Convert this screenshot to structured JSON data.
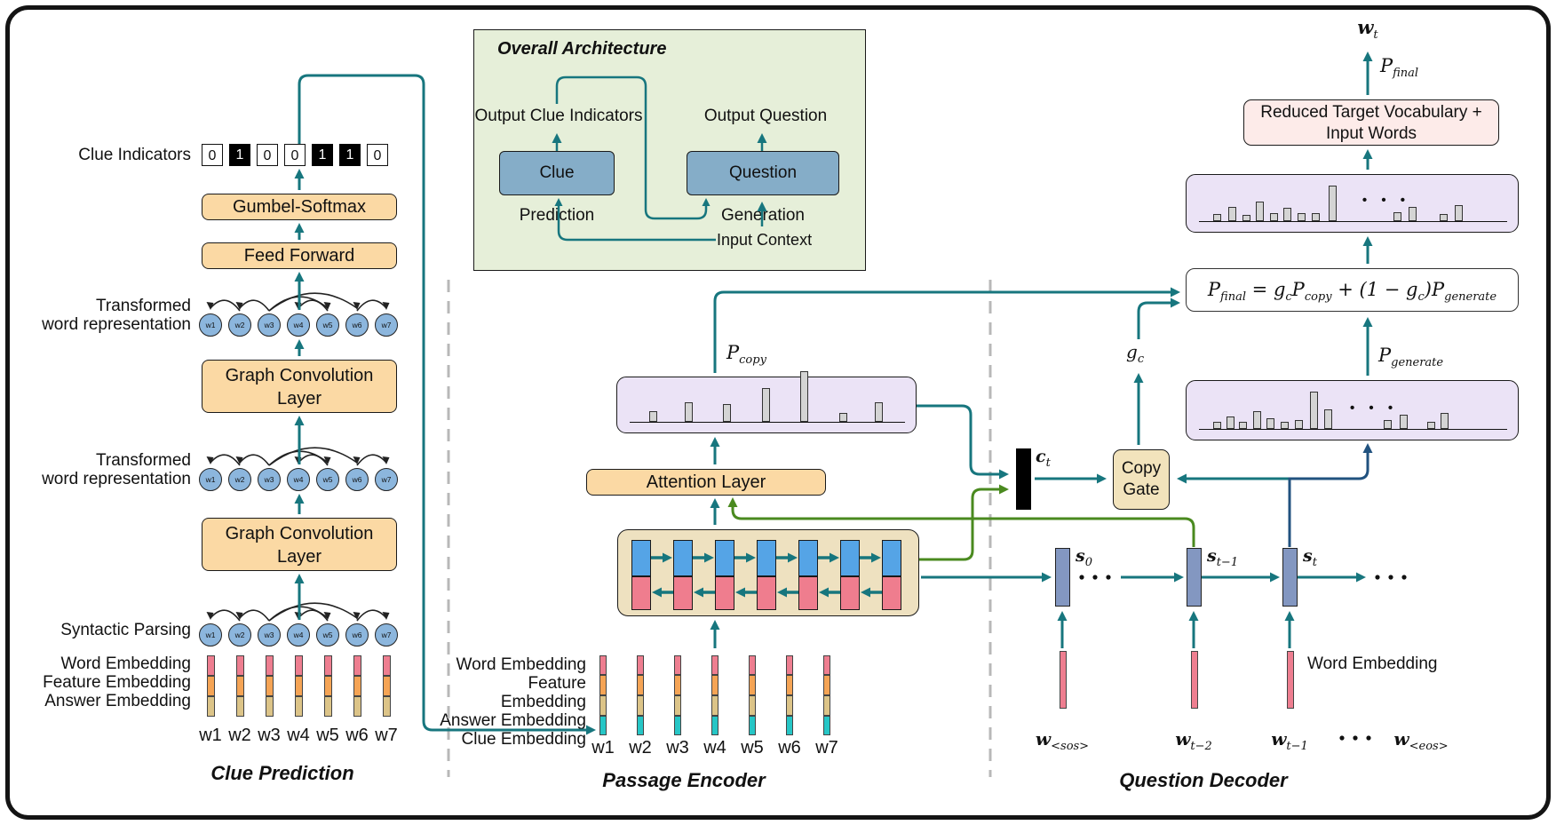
{
  "colors": {
    "teal": "#17767e",
    "green": "#4a8a1f",
    "blue": "#21527f",
    "arc": "#222222",
    "divider": "#b8b8b8",
    "bar_gray": "#d4d4d4",
    "box_orange": "#fbd9a4",
    "box_lavender": "#ebe3f6",
    "box_tan": "#eee1c0",
    "box_gate": "#f2e3bc",
    "box_green": "#e6efd9",
    "box_blue": "#85adc8",
    "box_pink": "#fdebe9",
    "cell_blue": "#55a4e6",
    "cell_pink": "#ef7d8e",
    "state_fill": "#8397c1",
    "circle_fill": "#8cb6dd",
    "indicator_on": "#000000",
    "seg_word": "#ee7e90",
    "seg_feature": "#f5a455",
    "seg_answer": "#dcc488",
    "seg_clue": "#26c6c6"
  },
  "clue_prediction": {
    "section_label": "Clue Prediction",
    "indicators_label": "Clue Indicators",
    "indicators": [
      0,
      1,
      0,
      0,
      1,
      1,
      0
    ],
    "gumbel_label": "Gumbel-Softmax",
    "feed_forward_label": "Feed Forward",
    "transformed_label": [
      "Transformed",
      "word representation"
    ],
    "gcn_label": [
      "Graph Convolution",
      "Layer"
    ],
    "syntactic_label": "Syntactic Parsing",
    "embedding_labels": [
      "Word Embedding",
      "Feature Embedding",
      "Answer Embedding"
    ],
    "words": [
      "w1",
      "w2",
      "w3",
      "w4",
      "w5",
      "w6",
      "w7"
    ],
    "arcs": [
      [
        2,
        1
      ],
      [
        3,
        2
      ],
      [
        3,
        5
      ],
      [
        5,
        4
      ],
      [
        3,
        6
      ],
      [
        6,
        7
      ]
    ]
  },
  "overall": {
    "title": "Overall Architecture",
    "output_clue_label": "Output Clue Indicators",
    "output_question_label": "Output Question",
    "clue_prediction_label": "Clue Prediction",
    "question_generation_label": "Question Generation",
    "input_context_label": "Input Context"
  },
  "passage_encoder": {
    "section_label": "Passage Encoder",
    "attention_label": "Attention Layer",
    "p_copy": {
      "base": "P",
      "sub": "copy"
    },
    "embedding_labels": [
      "Word Embedding",
      "Feature Embedding",
      "Answer Embedding",
      "Clue Embedding"
    ],
    "words": [
      "w1",
      "w2",
      "w3",
      "w4",
      "w5",
      "w6",
      "w7"
    ],
    "copy_dist_bars": [
      [
        0.07,
        12
      ],
      [
        0.2,
        22
      ],
      [
        0.34,
        20
      ],
      [
        0.48,
        38
      ],
      [
        0.62,
        57
      ],
      [
        0.76,
        10
      ],
      [
        0.89,
        22
      ]
    ]
  },
  "question_decoder": {
    "section_label": "Question Decoder",
    "c_t": {
      "base": "c",
      "sub": "t"
    },
    "copy_gate_label": [
      "Copy",
      "Gate"
    ],
    "g_c": {
      "base": "g",
      "sub": "c"
    },
    "w_t": {
      "base": "w",
      "sub": "t"
    },
    "p_final": {
      "base": "P",
      "sub": "final"
    },
    "p_generate": {
      "base": "P",
      "sub": "generate"
    },
    "reduced_vocab_label": [
      "Reduced Target Vocabulary +",
      "Input Words"
    ],
    "formula": {
      "p": "P",
      "p_sub": "final",
      "eq": " = ",
      "g1": "g",
      "g1_sub": "c",
      "pc": "P",
      "pc_sub": "copy",
      "plus": " + ",
      "open": "(1 − ",
      "g2": "g",
      "g2_sub": "c",
      "close": ")",
      "pg": "P",
      "pg_sub": "generate"
    },
    "states": [
      {
        "base": "s",
        "sub": "0"
      },
      {
        "base": "s",
        "sub": "t−1"
      },
      {
        "base": "s",
        "sub": "t"
      }
    ],
    "word_embedding_label": "Word Embedding",
    "inputs": [
      {
        "base": "w",
        "sub": "<sos>"
      },
      {
        "base": "w",
        "sub": "t−2"
      },
      {
        "base": "w",
        "sub": "t−1"
      },
      {
        "base": "w",
        "sub": "<eos>"
      }
    ],
    "final_dist_bars": [
      [
        0.045,
        8
      ],
      [
        0.095,
        16
      ],
      [
        0.14,
        7
      ],
      [
        0.185,
        22
      ],
      [
        0.23,
        9
      ],
      [
        0.275,
        15
      ],
      [
        0.32,
        9
      ],
      [
        0.365,
        9
      ],
      [
        0.42,
        40
      ],
      [
        0.63,
        10
      ],
      [
        0.68,
        16
      ],
      [
        0.78,
        8
      ],
      [
        0.83,
        18
      ]
    ],
    "final_dist_dots": 0.53,
    "generate_dist_bars": [
      [
        0.045,
        8
      ],
      [
        0.09,
        14
      ],
      [
        0.13,
        8
      ],
      [
        0.175,
        20
      ],
      [
        0.22,
        12
      ],
      [
        0.265,
        8
      ],
      [
        0.31,
        10
      ],
      [
        0.36,
        42
      ],
      [
        0.405,
        22
      ],
      [
        0.6,
        10
      ],
      [
        0.65,
        16
      ],
      [
        0.74,
        8
      ],
      [
        0.785,
        18
      ]
    ],
    "generate_dist_dots": 0.49
  }
}
